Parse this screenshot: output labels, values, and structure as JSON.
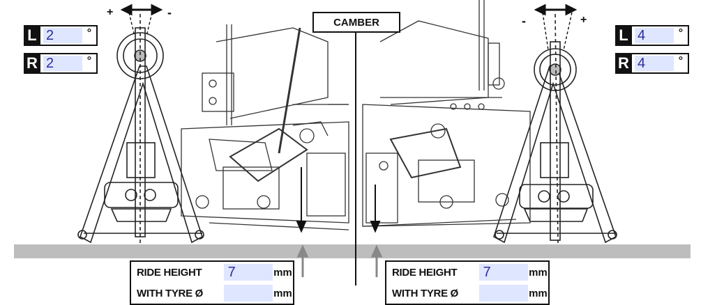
{
  "camber_label": "CAMBER",
  "left_corner": {
    "left": {
      "badge": "L",
      "value": "2",
      "unit": "°"
    },
    "right": {
      "badge": "R",
      "value": "2",
      "unit": "°"
    },
    "plus_sign": "+",
    "minus_sign": "-"
  },
  "right_corner": {
    "left": {
      "badge": "L",
      "value": "4",
      "unit": "°"
    },
    "right": {
      "badge": "R",
      "value": "4",
      "unit": "°"
    },
    "plus_sign": "+",
    "minus_sign": "-"
  },
  "ride_height_left": {
    "ride_height_label": "RIDE HEIGHT",
    "ride_height_value": "7",
    "ride_height_unit": "mm",
    "tyre_label": "WITH TYRE Ø",
    "tyre_value": "",
    "tyre_unit": "mm"
  },
  "ride_height_right": {
    "ride_height_label": "RIDE HEIGHT",
    "ride_height_value": "7",
    "ride_height_unit": "mm",
    "tyre_label": "WITH TYRE Ø",
    "tyre_value": "",
    "tyre_unit": "mm"
  },
  "colors": {
    "field_fill": "#dfe6ff",
    "field_text": "#2a2f9a",
    "ground": "#bdbdbd",
    "ink": "#111111"
  }
}
